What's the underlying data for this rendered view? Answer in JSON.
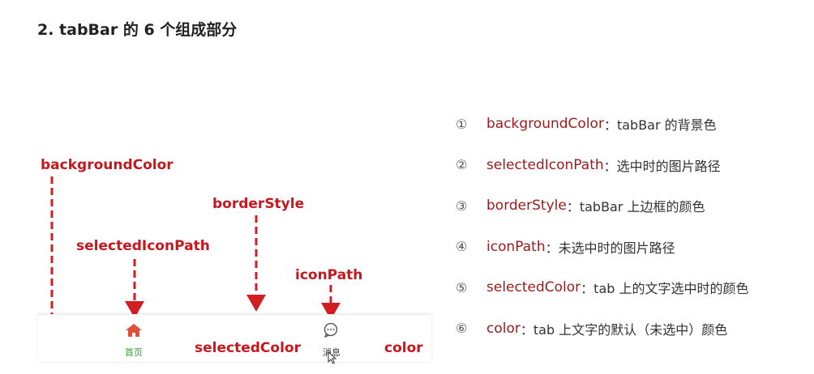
{
  "heading": "2. tabBar 的 6 个组成部分",
  "colors": {
    "annotation": "#d01e22",
    "legend_key": "#9b1b1b",
    "home_tab": "#3a9a3a",
    "home_icon": "#e0513c"
  },
  "tabbar": {
    "home_label": "首页",
    "home_icon": "home-icon",
    "message_label": "消息",
    "message_icon": "chat-bubble-icon"
  },
  "callouts": {
    "background_color": "backgroundColor",
    "border_style": "borderStyle",
    "selected_icon_path": "selectedIconPath",
    "icon_path": "iconPath",
    "selected_color": "selectedColor",
    "color": "color"
  },
  "legend": [
    {
      "num": "①",
      "key": "backgroundColor",
      "sep": "：",
      "desc": "tabBar 的背景色"
    },
    {
      "num": "②",
      "key": "selectedIconPath",
      "sep": "：",
      "desc": "选中时的图片路径"
    },
    {
      "num": "③",
      "key": "borderStyle",
      "sep": "：",
      "desc": "tabBar 上边框的颜色"
    },
    {
      "num": "④",
      "key": "iconPath",
      "sep": "：",
      "desc": "未选中时的图片路径"
    },
    {
      "num": "⑤",
      "key": "selectedColor",
      "sep": "：",
      "desc": "tab 上的文字选中时的颜色"
    },
    {
      "num": "⑥",
      "key": "color",
      "sep": "：",
      "desc": "tab 上文字的默认（未选中）颜色"
    }
  ]
}
